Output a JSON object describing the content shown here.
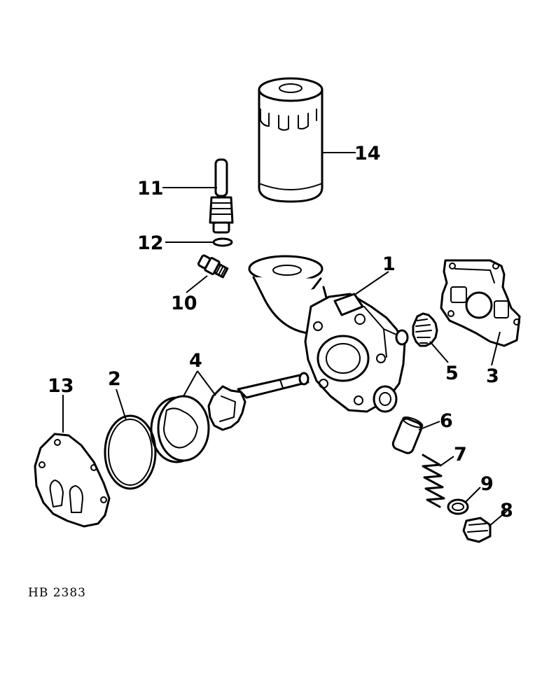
{
  "diagram": {
    "reference_code": "HB 2383",
    "callouts": [
      {
        "id": "c1",
        "label": "1"
      },
      {
        "id": "c2",
        "label": "2"
      },
      {
        "id": "c3",
        "label": "3"
      },
      {
        "id": "c4",
        "label": "4"
      },
      {
        "id": "c5",
        "label": "5"
      },
      {
        "id": "c6",
        "label": "6"
      },
      {
        "id": "c7",
        "label": "7"
      },
      {
        "id": "c8",
        "label": "8"
      },
      {
        "id": "c9",
        "label": "9"
      },
      {
        "id": "c10",
        "label": "10"
      },
      {
        "id": "c11",
        "label": "11"
      },
      {
        "id": "c12",
        "label": "12"
      },
      {
        "id": "c13",
        "label": "13"
      },
      {
        "id": "c14",
        "label": "14"
      }
    ]
  }
}
